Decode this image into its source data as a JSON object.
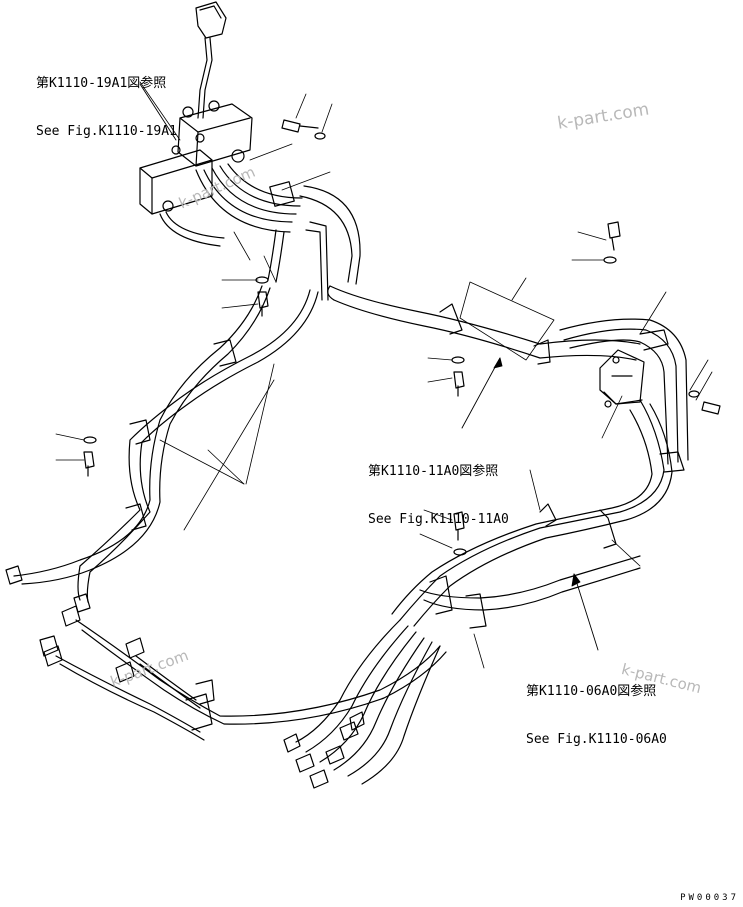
{
  "references": [
    {
      "jp": "第K1110-19A1図参照",
      "en": "See Fig.K1110-19A1"
    },
    {
      "jp": "第K1110-11A0図参照",
      "en": "See Fig.K1110-11A0"
    },
    {
      "jp": "第K1110-06A0図参照",
      "en": "See Fig.K1110-06A0"
    }
  ],
  "watermark": "k-part.com",
  "drawing_code": "PW00037"
}
